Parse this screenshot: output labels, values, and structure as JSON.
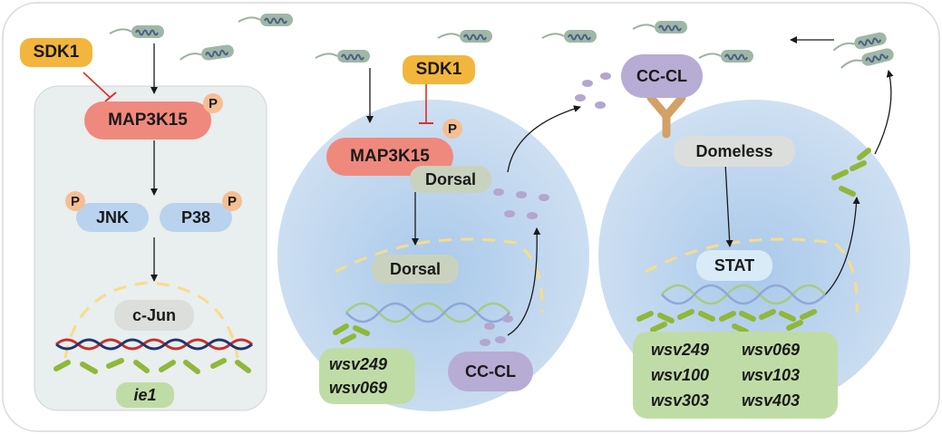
{
  "colors": {
    "sdk": "#f2b63c",
    "kinase": "#f0897d",
    "phospho": "#f5be93",
    "mapk": "#b9d3ee",
    "nucleus": "#c6dcf0",
    "gene_box": "#bfdca6",
    "cc_cl": "#b7acd3",
    "inhibit": "#d9302c"
  },
  "panel1": {
    "sdk1": "SDK1",
    "map3k15": "MAP3K15",
    "p_map3k15": "P",
    "jnk": "JNK",
    "p_jnk": "P",
    "p38": "P38",
    "p_p38": "P",
    "cjun": "c-Jun",
    "ie1": "ie1"
  },
  "panel2": {
    "sdk1": "SDK1",
    "map3k15": "MAP3K15",
    "p_map3k15": "P",
    "dorsal_cyto": "Dorsal",
    "dorsal_nuc": "Dorsal",
    "genes": [
      "wsv249",
      "wsv069"
    ],
    "cccl": "CC-CL"
  },
  "panel3": {
    "cccl": "CC-CL",
    "domeless": "Domeless",
    "stat": "STAT",
    "genes": [
      "wsv249",
      "wsv069",
      "wsv100",
      "wsv103",
      "wsv303",
      "wsv403"
    ]
  }
}
